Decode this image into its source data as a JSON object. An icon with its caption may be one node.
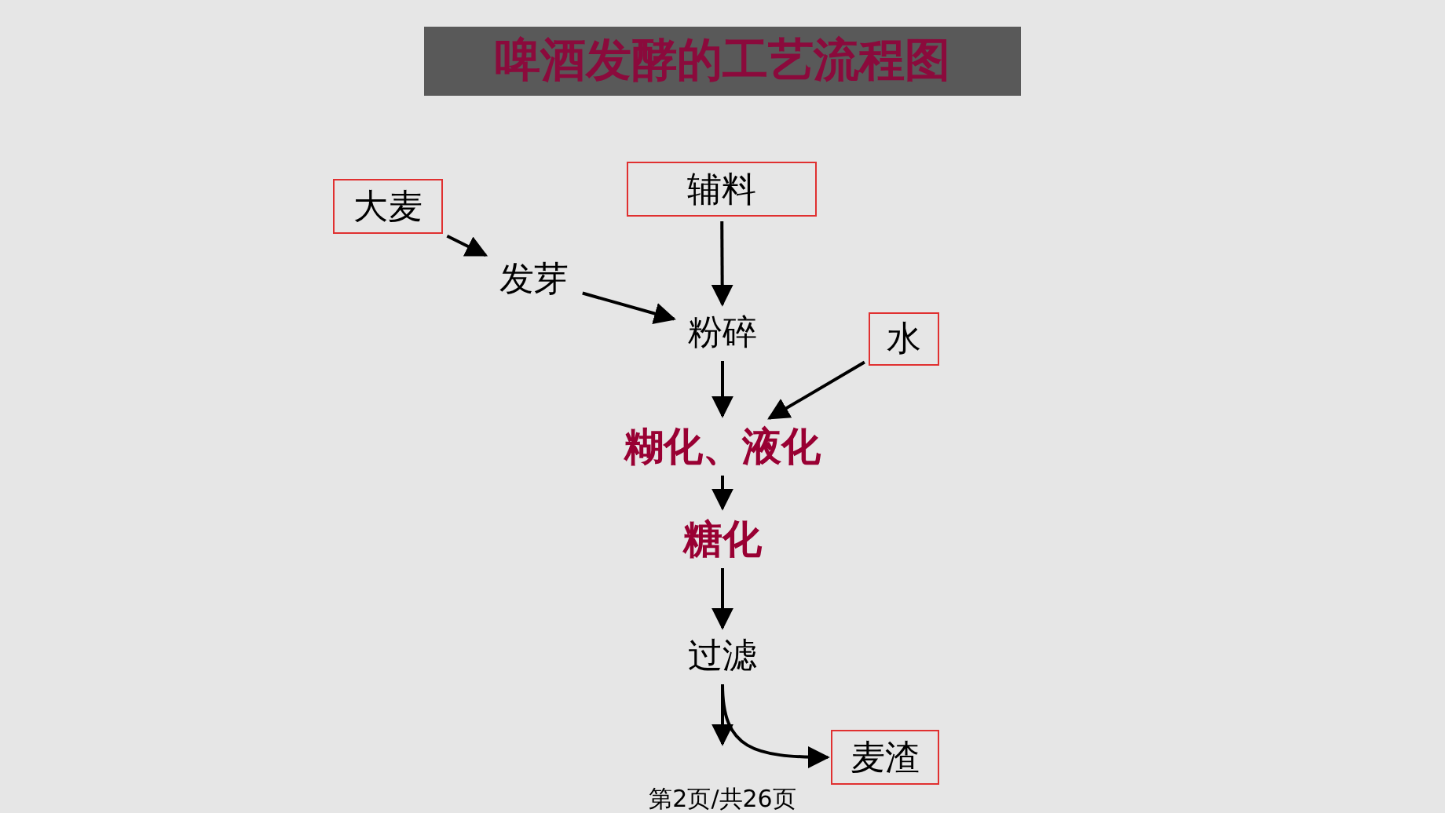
{
  "diagram": {
    "title": "啤酒发酵的工艺流程图",
    "nodes": [
      {
        "text": [
          "大麦"
        ]
      },
      {
        "text": [
          "辅料"
        ]
      },
      {
        "text": [
          "发芽"
        ]
      },
      {
        "text": [
          "粉碎"
        ]
      },
      {
        "text": [
          "水"
        ]
      },
      {
        "text": [
          "糊化、液化"
        ]
      },
      {
        "text": [
          "糖化"
        ]
      },
      {
        "text": [
          "过滤"
        ]
      },
      {
        "text": [
          "麦渣"
        ]
      }
    ],
    "edges": [
      {
        "from": 0,
        "to": 2,
        "arrow": "to"
      },
      {
        "from": 2,
        "to": 3,
        "arrow": "to"
      },
      {
        "from": 1,
        "to": 3,
        "arrow": "to"
      },
      {
        "from": 3,
        "to": 5,
        "arrow": "to"
      },
      {
        "from": 4,
        "to": 5,
        "arrow": "to"
      },
      {
        "from": 5,
        "to": 6,
        "arrow": "to"
      },
      {
        "from": 6,
        "to": 7,
        "arrow": "to"
      },
      {
        "from": 7,
        "to": 8,
        "arrow": "to"
      },
      {
        "from": 7,
        "to": null,
        "arrow": "to"
      }
    ],
    "labels": [
      "第2页/共26页"
    ]
  }
}
